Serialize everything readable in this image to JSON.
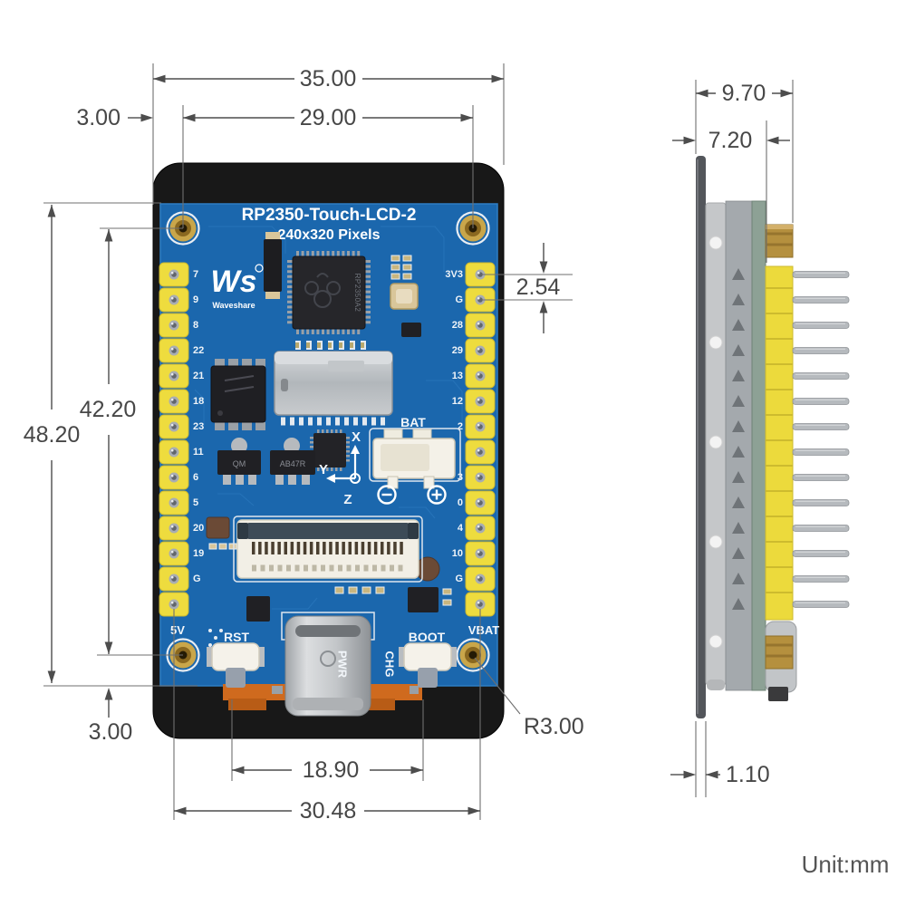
{
  "unit_label": "Unit:mm",
  "front_view": {
    "dims": {
      "total_width": "35.00",
      "hole_span_width": "29.00",
      "hole_offset_left": "3.00",
      "total_height": "48.20",
      "hole_span_height": "42.20",
      "pin_pitch": "2.54",
      "hole_offset_bottom": "3.00",
      "button_span": "18.90",
      "pin_row_span": "30.48",
      "corner_radius": "R3.00"
    },
    "silkscreen": {
      "title": "RP2350-Touch-LCD-2",
      "subtitle": "240x320 Pixels",
      "brand": "Waveshare",
      "brand_glyph": "Ws",
      "bat": "BAT",
      "rst": "RST",
      "boot": "BOOT",
      "pwr": "PWR",
      "chg": "CHG",
      "v5": "5V",
      "vbat": "VBAT",
      "axis_x": "X",
      "axis_y": "Y",
      "axis_z": "Z",
      "mcu_marking": "RP2350A2",
      "regulator_a_marking": "QM",
      "regulator_b_marking": "AB47R"
    },
    "left_pin_labels": [
      "7",
      "9",
      "8",
      "22",
      "21",
      "18",
      "23",
      "11",
      "6",
      "5",
      "20",
      "19",
      "G",
      ""
    ],
    "right_pin_labels": [
      "3V3",
      "G",
      "28",
      "29",
      "13",
      "12",
      "2",
      "",
      "3",
      "0",
      "4",
      "10",
      "G",
      ""
    ]
  },
  "side_view": {
    "dims": {
      "total_depth": "9.70",
      "body_depth": "7.20",
      "panel_thickness": "1.10"
    }
  },
  "colors": {
    "pcb_blue": "#1b67ad",
    "header_yellow": "#ecd93c",
    "dimension_gray": "#4d4d4d",
    "hole_gold": "#c9a64a",
    "fpc_orange": "#cf6a1e"
  }
}
